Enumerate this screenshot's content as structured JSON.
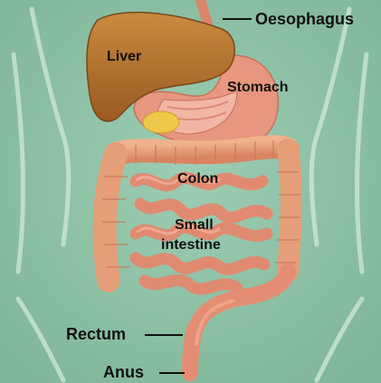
{
  "diagram": {
    "labels": {
      "oesophagus": "Oesophagus",
      "liver": "Liver",
      "stomach": "Stomach",
      "colon": "Colon",
      "small_intestine_line1": "Small",
      "small_intestine_line2": "intestine",
      "rectum": "Rectum",
      "anus": "Anus"
    },
    "colors": {
      "background": "#8fc3a7",
      "torso_outline": "#c9e6d6",
      "liver": "#b8732f",
      "stomach": "#e79882",
      "stomach_interior": "#f3b9a8",
      "colon": "#e7a27c",
      "small_intestine": "#e3937a",
      "fat": "#f0c94a",
      "rectum": "#e58d72",
      "label_text": "#111111"
    }
  }
}
